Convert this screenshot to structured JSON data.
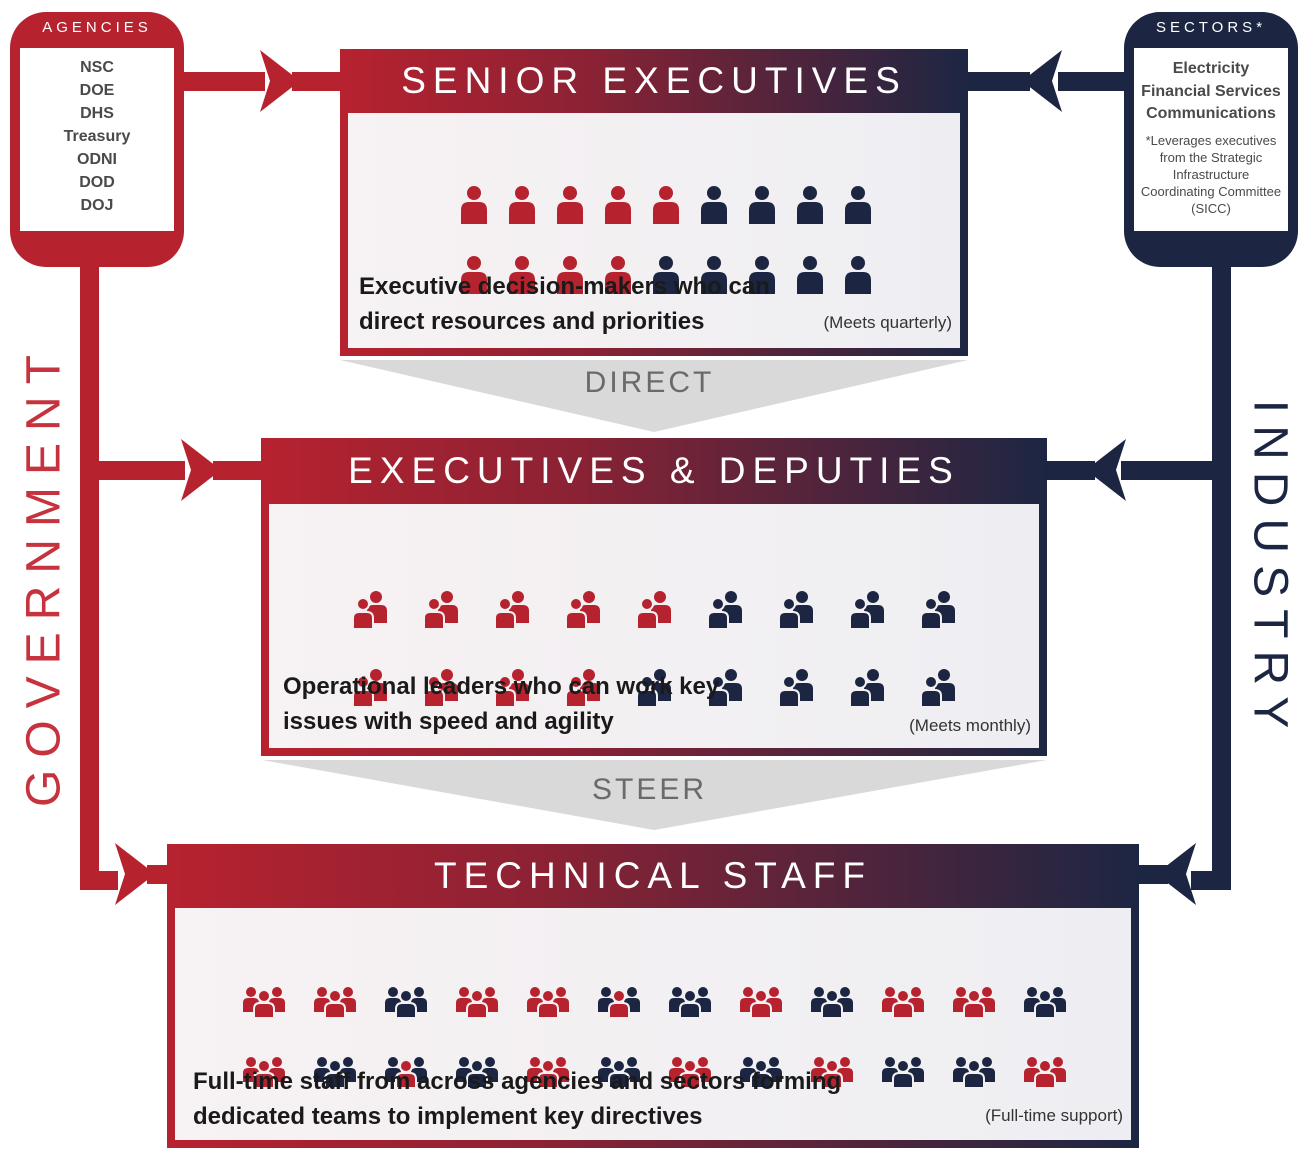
{
  "government": {
    "header": "AGENCIES",
    "agencies": [
      "NSC",
      "DOE",
      "DHS",
      "Treasury",
      "ODNI",
      "DOD",
      "DOJ"
    ],
    "side_label": "GOVERNMENT",
    "color": "#b7222f"
  },
  "industry": {
    "header": "SECTORS*",
    "sectors": [
      "Electricity",
      "Financial Services",
      "Communications"
    ],
    "note": "*Leverages executives from the Strategic Infrastructure Coordinating Committee (SICC)",
    "side_label": "INDUSTRY",
    "color": "#1c2643"
  },
  "tiers": [
    {
      "title": "SENIOR EXECUTIVES",
      "description": "Executive decision-makers who can direct resources and priorities",
      "frequency": "(Meets quarterly)",
      "icon_type": "person",
      "icon_rows": [
        [
          "gov",
          "gov",
          "gov",
          "gov",
          "gov",
          "ind",
          "ind",
          "ind",
          "ind"
        ],
        [
          "gov",
          "gov",
          "gov",
          "gov",
          "ind",
          "ind",
          "ind",
          "ind",
          "ind"
        ]
      ]
    },
    {
      "title": "EXECUTIVES & DEPUTIES",
      "description": "Operational leaders who can work key issues with speed and agility",
      "frequency": "(Meets monthly)",
      "icon_type": "pair",
      "icon_rows": [
        [
          "gov",
          "gov",
          "gov",
          "gov",
          "gov",
          "ind",
          "ind",
          "ind",
          "ind"
        ],
        [
          "gov",
          "gov",
          "gov",
          "gov",
          "ind",
          "ind",
          "ind",
          "ind",
          "ind"
        ]
      ]
    },
    {
      "title": "TECHNICAL STAFF",
      "description": "Full-time staff from across agencies and sectors forming dedicated teams to implement key directives",
      "frequency": "(Full-time support)",
      "icon_type": "team",
      "icon_rows": [
        [
          "gov",
          "gov",
          "ind",
          "gov",
          "gov",
          "mix",
          "ind",
          "gov",
          "ind",
          "gov",
          "gov",
          "ind"
        ],
        [
          "gov",
          "ind",
          "mix",
          "ind",
          "gov",
          "ind",
          "gov",
          "ind",
          "gov",
          "ind",
          "ind",
          "gov"
        ]
      ]
    }
  ],
  "transitions": [
    "DIRECT",
    "STEER"
  ],
  "colors": {
    "government": "#b7222f",
    "industry": "#1c2643",
    "chevron": "#d9d9d9"
  }
}
